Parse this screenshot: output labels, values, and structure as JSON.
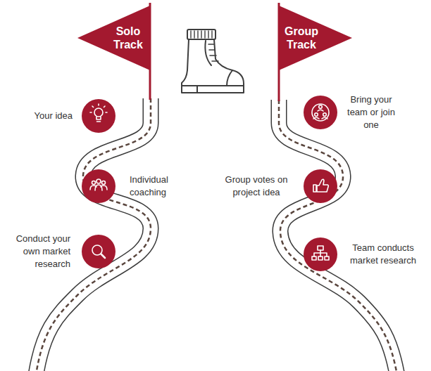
{
  "diagram": {
    "nodes": [
      {
        "text": [
          "Solo Track"
        ]
      },
      {
        "text": [
          "Your idea"
        ]
      },
      {
        "text": [
          "Individual coaching"
        ]
      },
      {
        "text": [
          "Conduct your own market research"
        ]
      },
      {
        "text": [
          "Group Track"
        ]
      },
      {
        "text": [
          "Bring your team or join one"
        ]
      },
      {
        "text": [
          "Group votes on project idea"
        ]
      },
      {
        "text": [
          "Team conducts market research"
        ]
      }
    ]
  }
}
